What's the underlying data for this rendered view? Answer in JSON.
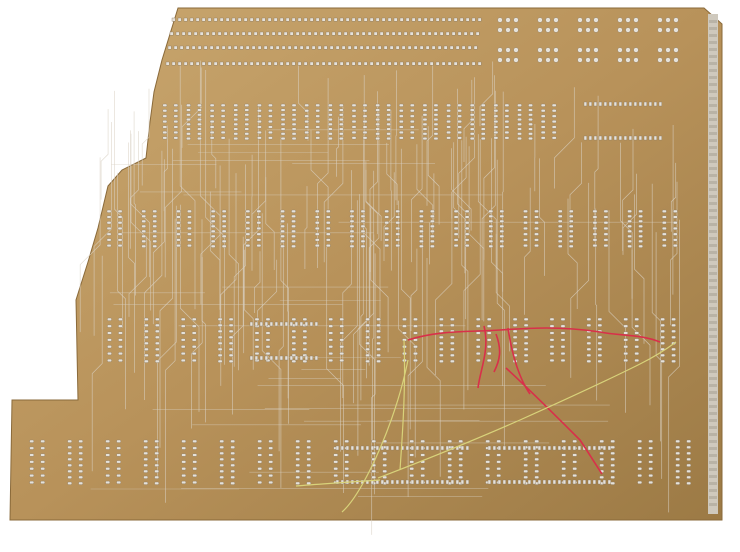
{
  "scene": {
    "subject": "pcb-solder-side",
    "colors": {
      "background": "#ffffff",
      "board": "#b8925a",
      "board_dark": "#9c7a45",
      "board_light": "#caa870",
      "trace": "#d9d2c4",
      "pad": "#e6e2da",
      "pad_shadow": "#8a7a62",
      "red_wire": "#d8304a",
      "yellow_wire": "#d8d27a",
      "edge_strip": "#cfc9bd"
    },
    "ic_rows": [
      {
        "name": "row-1",
        "count": 17
      },
      {
        "name": "row-2",
        "count": 17
      },
      {
        "name": "row-3",
        "count": 16
      },
      {
        "name": "row-4",
        "count": 18
      }
    ],
    "wires": [
      {
        "name": "red-jumper-wire",
        "color": "red"
      },
      {
        "name": "yellow-jumper-wire",
        "color": "yellow"
      }
    ]
  }
}
